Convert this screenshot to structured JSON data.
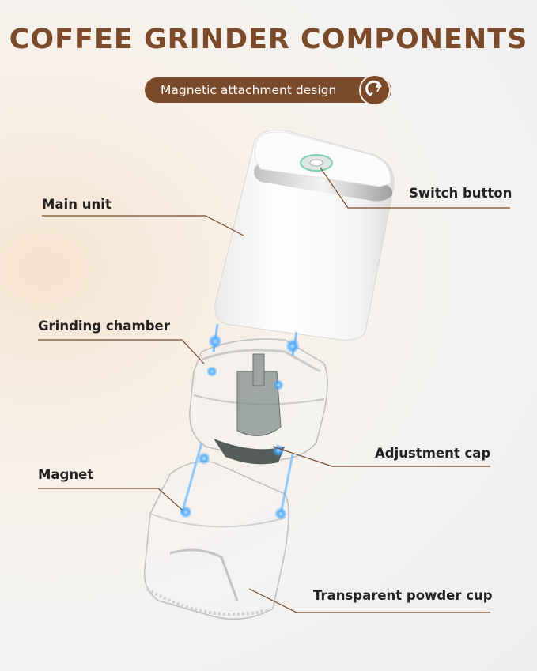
{
  "title": "COFFEE GRINDER COMPONENTS",
  "badge": {
    "text": "Magnetic attachment design",
    "icon": "magnet-icon"
  },
  "labels": {
    "main_unit": "Main unit",
    "switch_button": "Switch button",
    "grinding_chamber": "Grinding chamber",
    "adjustment_cap": "Adjustment cap",
    "magnet": "Magnet",
    "powder_cup": "Transparent powder cup"
  },
  "colors": {
    "accent": "#7a4a2b",
    "label_text": "#222222",
    "magnet_glow": "#3aa0ff"
  }
}
